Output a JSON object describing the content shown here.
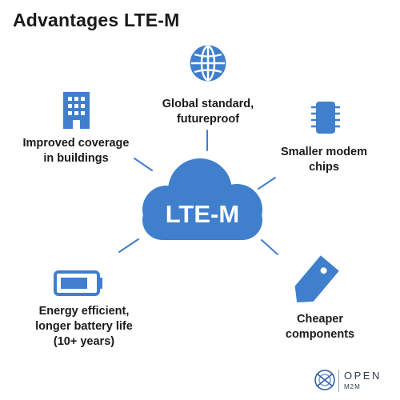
{
  "title": "Advantages LTE-M",
  "center": "LTE-M",
  "colors": {
    "accent": "#3f7fcc",
    "text": "#1a1a1a"
  },
  "advantages": [
    {
      "lines": [
        "Global standard,",
        "futureproof"
      ],
      "icon": "globe-icon"
    },
    {
      "lines": [
        "Smaller modem",
        "chips"
      ],
      "icon": "chip-icon"
    },
    {
      "lines": [
        "Cheaper",
        "components"
      ],
      "icon": "price-tag-icon"
    },
    {
      "lines": [
        "Energy efficient,",
        "longer battery life",
        "(10+ years)"
      ],
      "icon": "battery-icon"
    },
    {
      "lines": [
        "Improved coverage",
        "in buildings"
      ],
      "icon": "building-icon"
    }
  ],
  "logo": {
    "word": "OPEN",
    "sub": "M2M"
  }
}
